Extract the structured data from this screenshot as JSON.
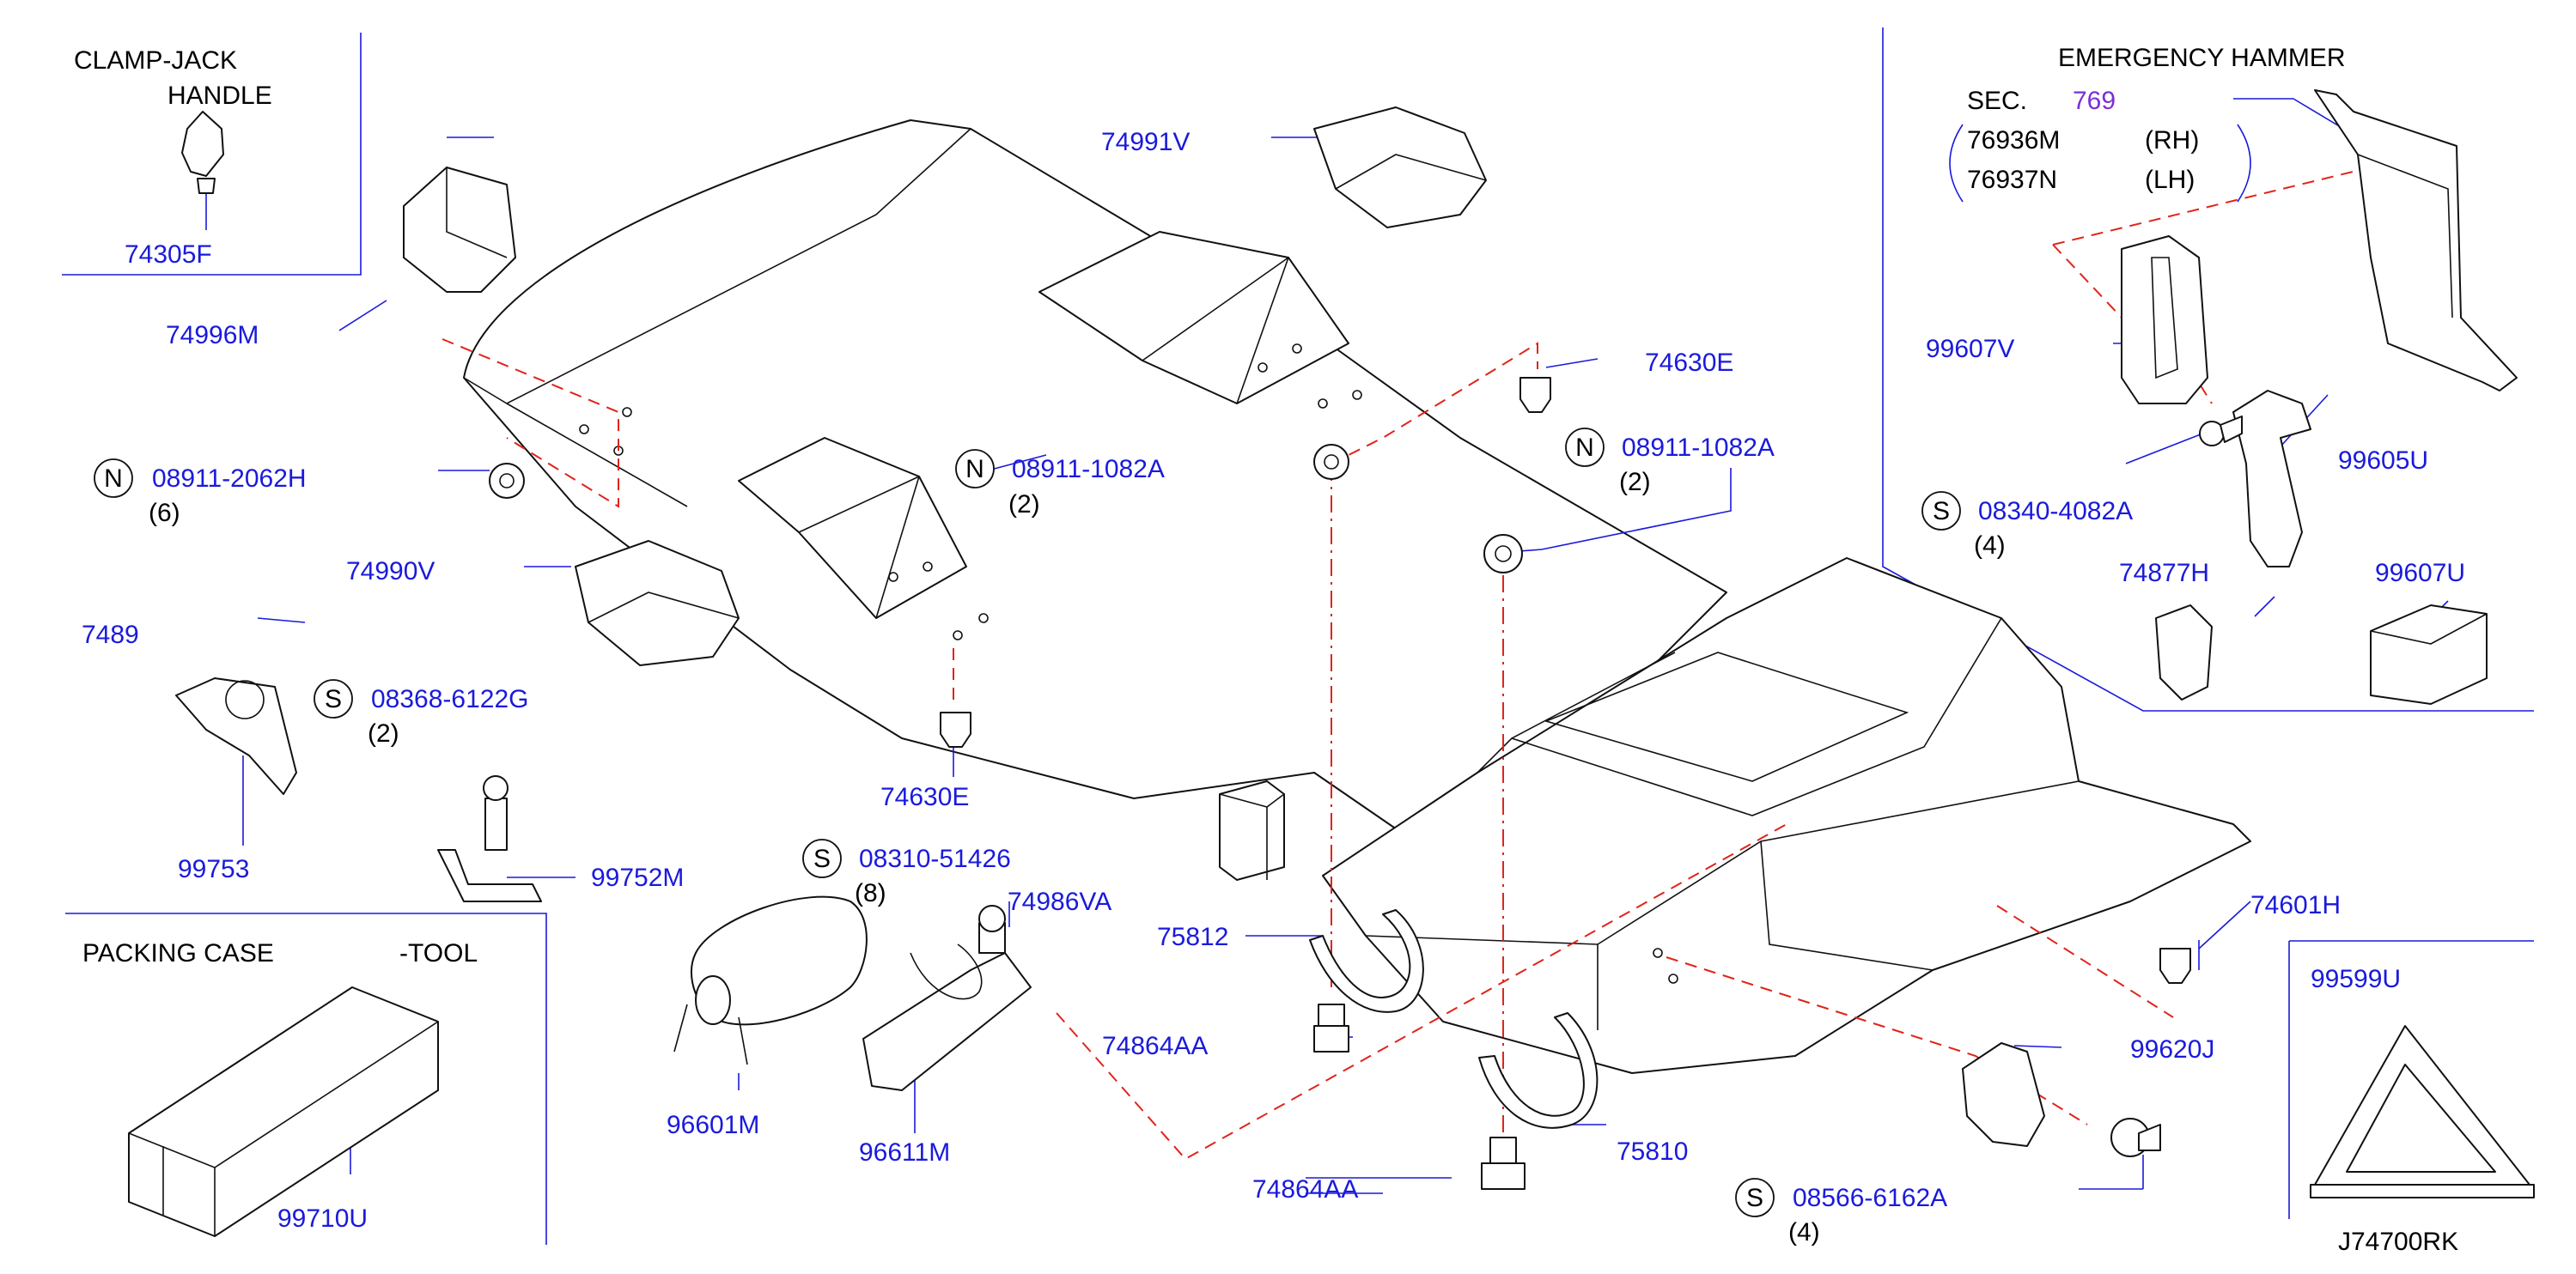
{
  "colors": {
    "label": "#1a1adc",
    "text": "#000000",
    "section_ref": "#7a2fd6",
    "assembly_line": "#e0241b"
  },
  "headings": {
    "clamp_jack_line1": "CLAMP-JACK",
    "clamp_jack_line2": "HANDLE",
    "emergency_hammer": "EMERGENCY   HAMMER",
    "packing_case": "PACKING   CASE",
    "packing_tool": "-TOOL"
  },
  "section": {
    "sec_label": "SEC.",
    "sec_number": "769",
    "rh_part": "76936M",
    "rh_side": "(RH)",
    "lh_part": "76937N",
    "lh_side": "(LH)"
  },
  "parts": {
    "p74305F": "74305F",
    "p74996M": "74996M",
    "p74991V": "74991V",
    "p74990V": "74990V",
    "p7489": "7489",
    "p99753": "99753",
    "p99752M": "99752M",
    "p74630E_top": "74630E",
    "p74630E_mid": "74630E",
    "p75812": "75812",
    "p74986VA": "74986VA",
    "p74864AA_a": "74864AA",
    "p74864AA_b": "74864AA",
    "p96601M": "96601M",
    "p96611M": "96611M",
    "p99710U": "99710U",
    "p75810": "75810",
    "p99620J": "99620J",
    "p74601H": "74601H",
    "p99599U": "99599U",
    "p99607V": "99607V",
    "p99605U": "99605U",
    "p99607U": "99607U",
    "p74877H": "74877H"
  },
  "fasteners": {
    "f1_prefix": "N",
    "f1_number": "08911-2062H",
    "f1_qty": "(6)",
    "f2_prefix": "N",
    "f2_number": "08911-1082A",
    "f2_qty": "(2)",
    "f3_prefix": "N",
    "f3_number": "08911-1082A",
    "f3_qty": "(2)",
    "f4_prefix": "S",
    "f4_number": "08368-6122G",
    "f4_qty": "(2)",
    "f5_prefix": "S",
    "f5_number": "08310-51426",
    "f5_qty": "(8)",
    "f6_prefix": "S",
    "f6_number": "08340-4082A",
    "f6_qty": "(4)",
    "f7_prefix": "S",
    "f7_number": "08566-6162A",
    "f7_qty": "(4)"
  },
  "diagram_code": "J74700RK"
}
